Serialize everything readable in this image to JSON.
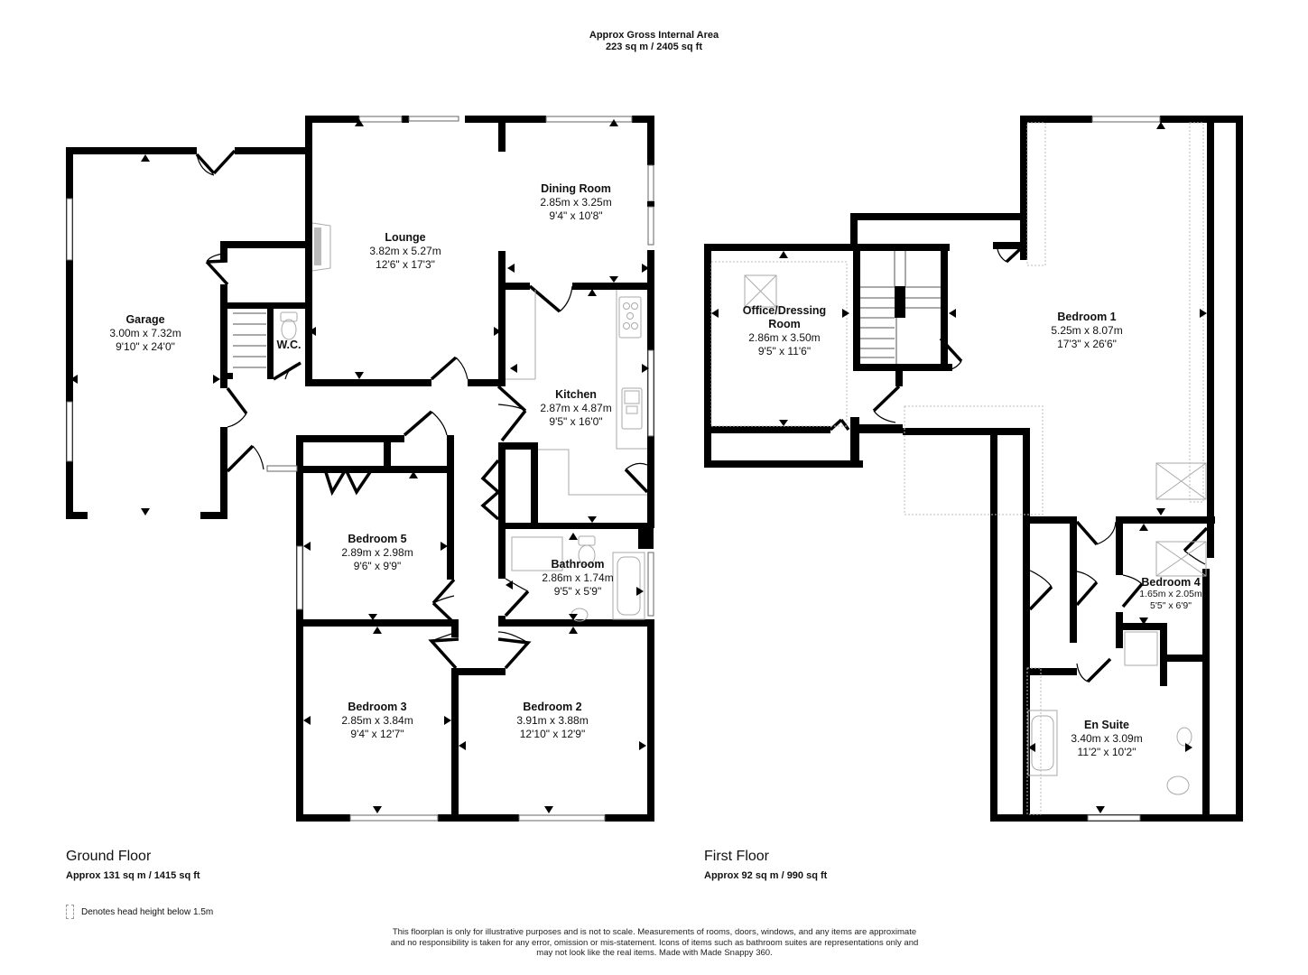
{
  "header": {
    "title": "Approx Gross Internal Area",
    "total_area": "223 sq m / 2405 sq ft"
  },
  "ground_floor": {
    "name": "Ground Floor",
    "area": "Approx 131 sq m / 1415 sq ft",
    "rooms": {
      "garage": {
        "name": "Garage",
        "metric": "3.00m x 7.32m",
        "imperial": "9'10\" x 24'0\""
      },
      "lounge": {
        "name": "Lounge",
        "metric": "3.82m x 5.27m",
        "imperial": "12'6\" x 17'3\""
      },
      "dining": {
        "name": "Dining Room",
        "metric": "2.85m x 3.25m",
        "imperial": "9'4\" x 10'8\""
      },
      "wc": {
        "name": "W.C."
      },
      "kitchen": {
        "name": "Kitchen",
        "metric": "2.87m x 4.87m",
        "imperial": "9'5\" x 16'0\""
      },
      "bedroom5": {
        "name": "Bedroom 5",
        "metric": "2.89m x 2.98m",
        "imperial": "9'6\" x 9'9\""
      },
      "bathroom": {
        "name": "Bathroom",
        "metric": "2.86m x 1.74m",
        "imperial": "9'5\" x 5'9\""
      },
      "bedroom3": {
        "name": "Bedroom 3",
        "metric": "2.85m x 3.84m",
        "imperial": "9'4\" x 12'7\""
      },
      "bedroom2": {
        "name": "Bedroom 2",
        "metric": "3.91m x 3.88m",
        "imperial": "12'10\" x 12'9\""
      }
    }
  },
  "first_floor": {
    "name": "First Floor",
    "area": "Approx 92 sq m / 990 sq ft",
    "rooms": {
      "office": {
        "name": "Office/Dressing",
        "name2": "Room",
        "metric": "2.86m x 3.50m",
        "imperial": "9'5\" x 11'6\""
      },
      "bedroom1": {
        "name": "Bedroom 1",
        "metric": "5.25m x 8.07m",
        "imperial": "17'3\" x 26'6\""
      },
      "bedroom4": {
        "name": "Bedroom 4",
        "metric": "1.65m x 2.05m",
        "imperial": "5'5\" x 6'9\""
      },
      "ensuite": {
        "name": "En Suite",
        "metric": "3.40m x 3.09m",
        "imperial": "11'2\" x 10'2\""
      }
    }
  },
  "legend": {
    "icon": "dashed-rectangle",
    "text": "Denotes head height below 1.5m"
  },
  "disclaimer": {
    "line1": "This floorplan is only for illustrative purposes and is not to scale. Measurements of rooms, doors, windows, and any items are approximate",
    "line2": "and no responsibility is taken for any error, omission or mis-statement. Icons of items such as bathroom suites are representations only and",
    "line3": "may not look like the real items. Made with Made Snappy 360."
  }
}
